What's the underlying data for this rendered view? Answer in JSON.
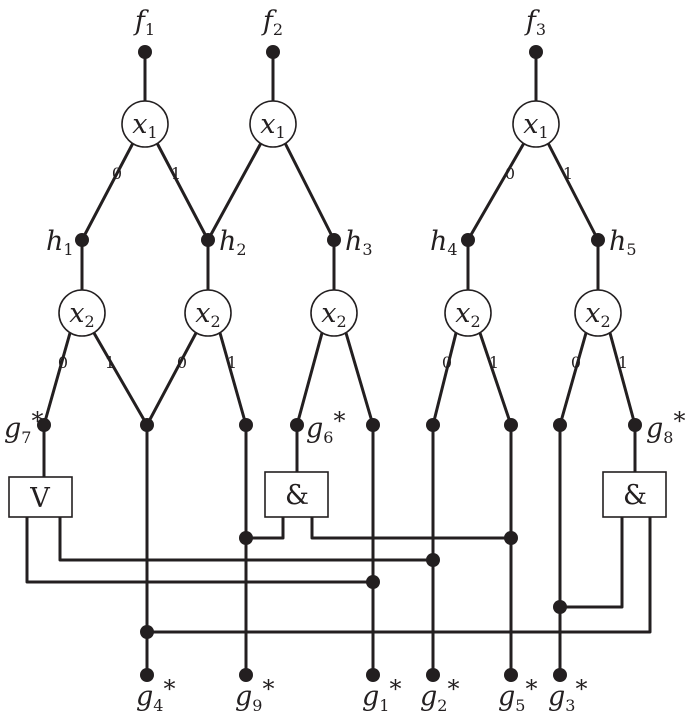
{
  "colors": {
    "ink": "#231f20",
    "background": "#ffffff"
  },
  "diagram": {
    "inputs": [
      {
        "id": "f1",
        "var": "f",
        "sub": "1"
      },
      {
        "id": "f2",
        "var": "f",
        "sub": "2"
      },
      {
        "id": "f3",
        "var": "f",
        "sub": "3"
      }
    ],
    "x1_nodes": [
      {
        "id": "x1a",
        "var": "x",
        "sub": "1"
      },
      {
        "id": "x1b",
        "var": "x",
        "sub": "1"
      },
      {
        "id": "x1c",
        "var": "x",
        "sub": "1"
      }
    ],
    "h_nodes": [
      {
        "id": "h1",
        "var": "h",
        "sub": "1"
      },
      {
        "id": "h2",
        "var": "h",
        "sub": "2"
      },
      {
        "id": "h3",
        "var": "h",
        "sub": "3"
      },
      {
        "id": "h4",
        "var": "h",
        "sub": "4"
      },
      {
        "id": "h5",
        "var": "h",
        "sub": "5"
      }
    ],
    "x2_nodes": [
      {
        "id": "x2a",
        "var": "x",
        "sub": "2"
      },
      {
        "id": "x2b",
        "var": "x",
        "sub": "2"
      },
      {
        "id": "x2c",
        "var": "x",
        "sub": "2"
      },
      {
        "id": "x2d",
        "var": "x",
        "sub": "2"
      },
      {
        "id": "x2e",
        "var": "x",
        "sub": "2"
      }
    ],
    "edge_labels": {
      "zero": "0",
      "one": "1"
    },
    "gates": [
      {
        "id": "or",
        "label": "V"
      },
      {
        "id": "and1",
        "label": "&"
      },
      {
        "id": "and2",
        "label": "&"
      }
    ],
    "mid_labels": [
      {
        "id": "g7",
        "var": "g",
        "sub": "7",
        "star": "*"
      },
      {
        "id": "g6",
        "var": "g",
        "sub": "6",
        "star": "*"
      },
      {
        "id": "g8",
        "var": "g",
        "sub": "8",
        "star": "*"
      }
    ],
    "outputs": [
      {
        "id": "g4",
        "var": "g",
        "sub": "4",
        "star": "*"
      },
      {
        "id": "g9",
        "var": "g",
        "sub": "9",
        "star": "*"
      },
      {
        "id": "g1",
        "var": "g",
        "sub": "1",
        "star": "*"
      },
      {
        "id": "g2",
        "var": "g",
        "sub": "2",
        "star": "*"
      },
      {
        "id": "g5",
        "var": "g",
        "sub": "5",
        "star": "*"
      },
      {
        "id": "g3",
        "var": "g",
        "sub": "3",
        "star": "*"
      }
    ]
  }
}
